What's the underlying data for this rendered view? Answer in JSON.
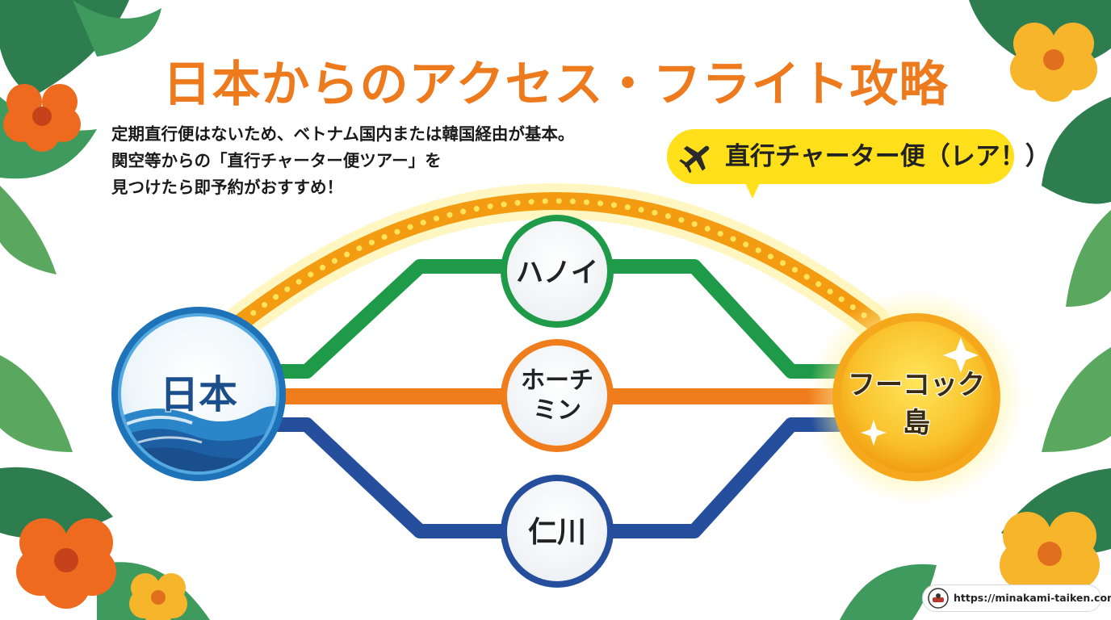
{
  "title": "日本からのアクセス・フライト攻略",
  "intro": {
    "line1": "定期直行便はないため、ベトナム国内または韓国経由が基本。",
    "line2": "関空等からの「直行チャーター便ツアー」を",
    "line3": "見つけたら即予約がおすすめ！"
  },
  "callout": {
    "icon": "airplane-icon",
    "label": "直行チャーター便（レア！）"
  },
  "nodes": {
    "origin": "日本",
    "hanoi": "ハノイ",
    "hcmc_line1": "ホーチ",
    "hcmc_line2": "ミン",
    "incheon": "仁川",
    "dest_line1": "フーコック",
    "dest_line2": "島"
  },
  "routes": {
    "direct_charter": "#f39c12",
    "via_hanoi": "#1f9a48",
    "via_hcmc": "#f07d1c",
    "via_incheon": "#254f9c"
  },
  "website": "https://minakami-taiken.com/"
}
